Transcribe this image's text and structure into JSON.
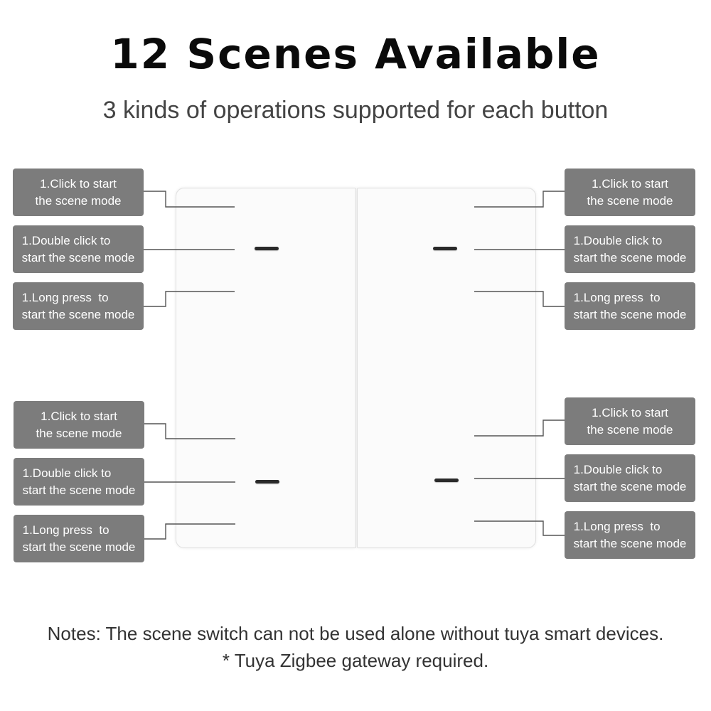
{
  "title": "12 Scenes Available",
  "subtitle": "3 kinds of operations supported for each button",
  "labels": {
    "click": "1.Click to start\nthe scene mode",
    "double": "1.Double click to\nstart the scene mode",
    "long": "1.Long press  to\nstart the scene mode"
  },
  "notes": {
    "line1": "Notes: The scene switch can not be used alone without tuya smart devices.",
    "line2": "* Tuya Zigbee gateway required."
  },
  "colors": {
    "label_bg": "#7c7c7c",
    "panel": "#fbfbfb",
    "led": "#2a2a2a"
  }
}
